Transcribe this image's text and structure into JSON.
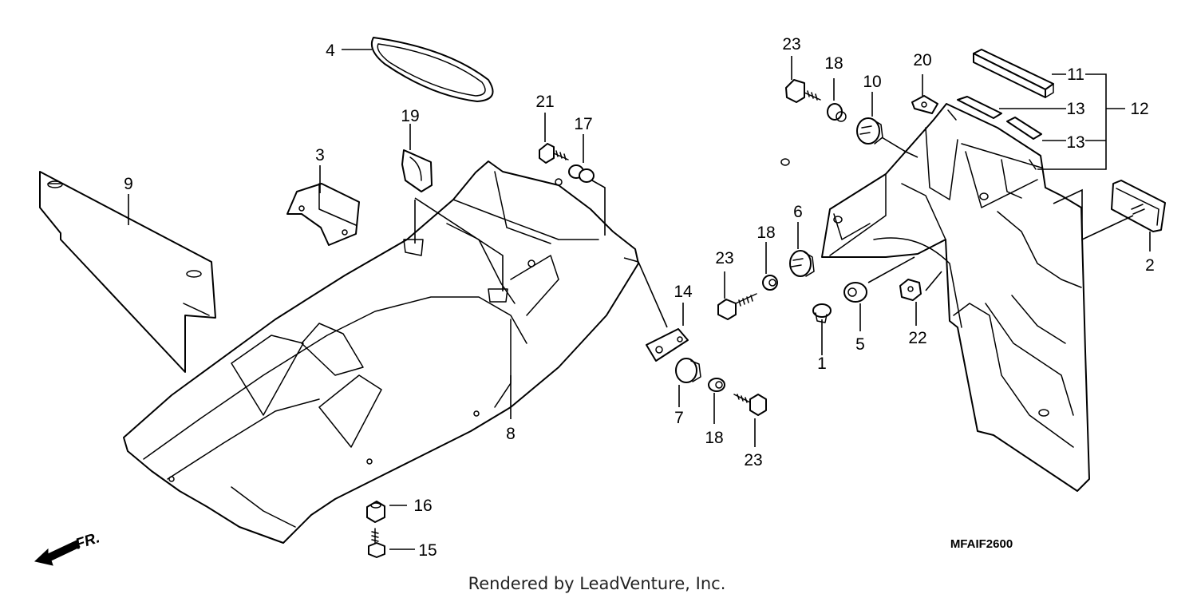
{
  "diagram": {
    "callouts": {
      "p1": "1",
      "p2": "2",
      "p3": "3",
      "p4": "4",
      "p5": "5",
      "p6": "6",
      "p7": "7",
      "p8": "8",
      "p9": "9",
      "p10": "10",
      "p11": "11",
      "p12": "12",
      "p13a": "13",
      "p13b": "13",
      "p14": "14",
      "p15": "15",
      "p16": "16",
      "p17": "17",
      "p18a": "18",
      "p18b": "18",
      "p18c": "18",
      "p19": "19",
      "p20": "20",
      "p21": "21",
      "p22": "22",
      "p23a": "23",
      "p23b": "23",
      "p23c": "23"
    },
    "direction_label": "FR.",
    "diagram_code": "MFAIF2600",
    "footer": "Rendered by LeadVenture, Inc."
  },
  "colors": {
    "line": "#000000",
    "background": "#ffffff"
  }
}
